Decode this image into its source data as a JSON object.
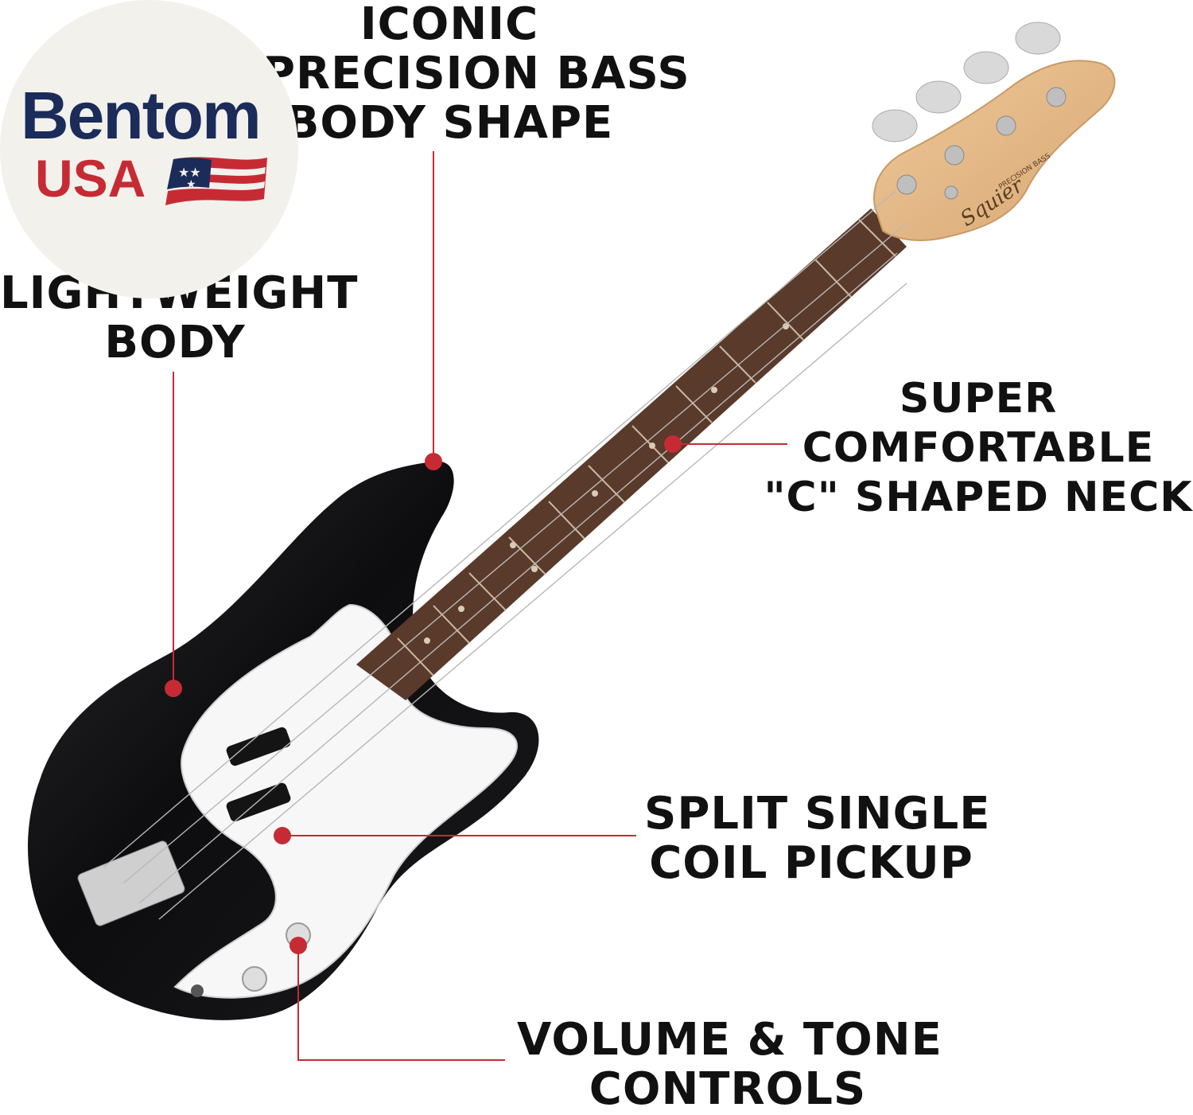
{
  "logo": {
    "brand": "Bentom",
    "country": "USA",
    "icon": "us-flag-icon",
    "colors": {
      "navy": "#1b2c5a",
      "red": "#c62b34",
      "background": "#f3f1ec"
    }
  },
  "callouts": {
    "body_shape": [
      "ICONIC",
      "PRECISION BASS",
      "BODY SHAPE"
    ],
    "lightweight": [
      "LIGHTWEIGHT",
      "BODY"
    ],
    "neck": [
      "SUPER",
      "COMFORTABLE",
      "\"C\" SHAPED NECK"
    ],
    "pickup": [
      "SPLIT SINGLE",
      "COIL PICKUP"
    ],
    "controls": [
      "VOLUME & TONE",
      "CONTROLS"
    ]
  },
  "headstock": {
    "brand": "Squier",
    "model": "PRECISION BASS"
  },
  "colors": {
    "leader": "#c62b34",
    "text": "#111111",
    "body": "#0d0d0f",
    "pickguard": "#f7f7f7",
    "fretboard": "#5a3a2b",
    "headstock": "#e2b686"
  }
}
